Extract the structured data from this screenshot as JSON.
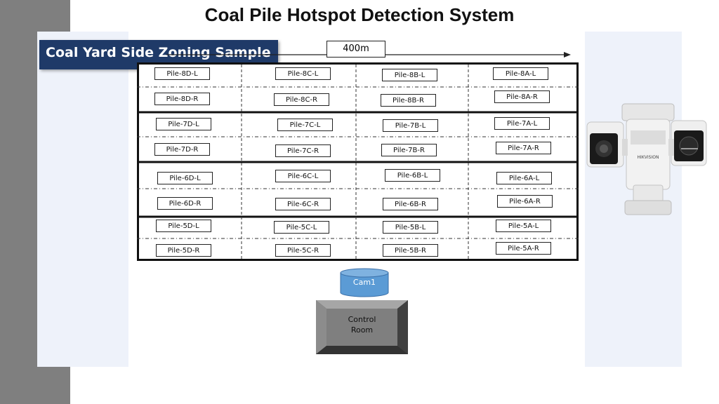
{
  "page": {
    "title": "Coal Pile Hotspot Detection System"
  },
  "banner": {
    "label": "Coal Yard Side Zoning Sample"
  },
  "dimension": {
    "label": "400m"
  },
  "zones": [
    {
      "label_l": [
        "Pile-8D-L",
        "Pile-8C-L",
        "Pile-8B-L",
        "Pile-8A-L"
      ],
      "label_r": [
        "Pile-8D-R",
        "Pile-8C-R",
        "Pile-8B-R",
        "Pile-8A-R"
      ]
    },
    {
      "label_l": [
        "Pile-7D-L",
        "Pile-7C-L",
        "Pile-7B-L",
        "Pile-7A-L"
      ],
      "label_r": [
        "Pile-7D-R",
        "Pile-7C-R",
        "Pile-7B-R",
        "Pile-7A-R"
      ]
    },
    {
      "label_l": [
        "Pile-6D-L",
        "Pile-6C-L",
        "Pile-6B-L",
        "Pile-6A-L"
      ],
      "label_r": [
        "Pile-6D-R",
        "Pile-6C-R",
        "Pile-6B-R",
        "Pile-6A-R"
      ]
    },
    {
      "label_l": [
        "Pile-5D-L",
        "Pile-5C-L",
        "Pile-5B-L",
        "Pile-5A-L"
      ],
      "label_r": [
        "Pile-5D-R",
        "Pile-5C-R",
        "Pile-5B-R",
        "Pile-5A-R"
      ]
    }
  ],
  "camera": {
    "label": "Cam1"
  },
  "control_room": {
    "line1": "Control",
    "line2": "Room"
  },
  "product_image": {
    "icon": "ptz-thermal-camera-icon",
    "brand_text": "HIKVISION"
  },
  "colors": {
    "banner": "#1f3a68",
    "camera": "#5b9bd5",
    "control_room": "#7f7f7f",
    "side_strip": "#7f7f7f"
  }
}
